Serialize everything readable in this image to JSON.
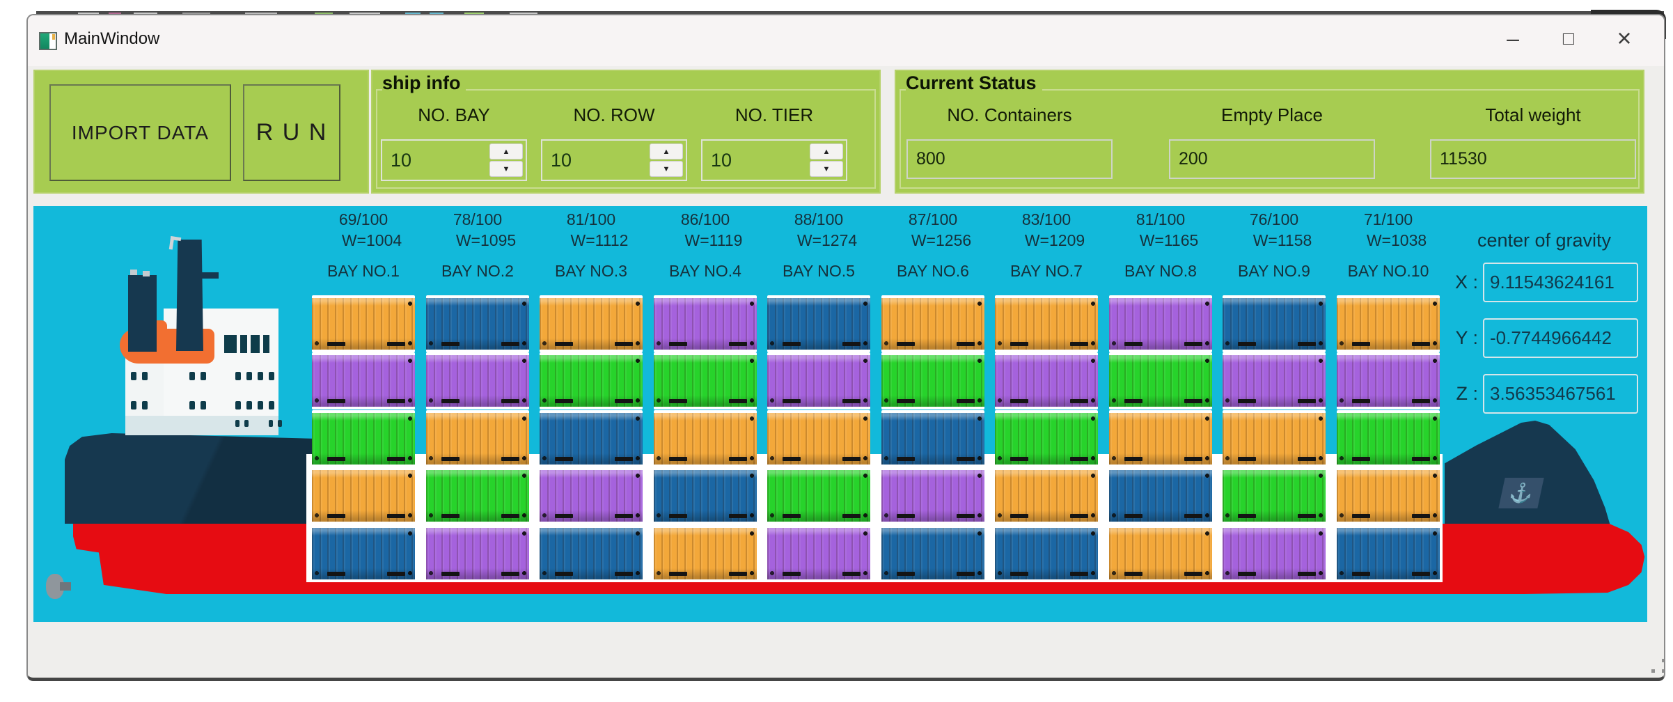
{
  "window": {
    "title": "MainWindow",
    "controls": {
      "minimize": "–",
      "maximize": "□",
      "close": "×"
    }
  },
  "toolbar": {
    "import_label": "IMPORT DATA",
    "run_label": "R U N"
  },
  "ship_info": {
    "title": "ship info",
    "fields": [
      {
        "label": "NO. BAY",
        "value": "10"
      },
      {
        "label": "NO. ROW",
        "value": "10"
      },
      {
        "label": "NO. TIER",
        "value": "10"
      }
    ],
    "spinner_icons": {
      "up": "▲",
      "down": "▼"
    }
  },
  "current_status": {
    "title": "Current Status",
    "fields": [
      {
        "label": "NO. Containers",
        "value": "800"
      },
      {
        "label": "Empty Place",
        "value": "200"
      },
      {
        "label": "Total weight",
        "value": "11530"
      }
    ]
  },
  "center_of_gravity": {
    "title": "center of gravity",
    "axes": [
      {
        "label": "X :",
        "value": "9.11543624161"
      },
      {
        "label": "Y :",
        "value": "-0.7744966442"
      },
      {
        "label": "Z :",
        "value": "3.56353467561"
      }
    ]
  },
  "ship_view": {
    "anchor_icon": "⚓",
    "bays": [
      {
        "name": "BAY NO.1",
        "fill": "69/100",
        "weight": "W=1004",
        "stack": [
          "orange",
          "purple",
          "green",
          "orange",
          "blue"
        ]
      },
      {
        "name": "BAY NO.2",
        "fill": "78/100",
        "weight": "W=1095",
        "stack": [
          "blue",
          "purple",
          "orange",
          "green",
          "purple"
        ]
      },
      {
        "name": "BAY NO.3",
        "fill": "81/100",
        "weight": "W=1112",
        "stack": [
          "orange",
          "green",
          "blue",
          "purple",
          "blue"
        ]
      },
      {
        "name": "BAY NO.4",
        "fill": "86/100",
        "weight": "W=1119",
        "stack": [
          "purple",
          "green",
          "orange",
          "blue",
          "orange"
        ]
      },
      {
        "name": "BAY NO.5",
        "fill": "88/100",
        "weight": "W=1274",
        "stack": [
          "blue",
          "purple",
          "orange",
          "green",
          "purple"
        ]
      },
      {
        "name": "BAY NO.6",
        "fill": "87/100",
        "weight": "W=1256",
        "stack": [
          "orange",
          "green",
          "blue",
          "purple",
          "blue"
        ]
      },
      {
        "name": "BAY NO.7",
        "fill": "83/100",
        "weight": "W=1209",
        "stack": [
          "orange",
          "purple",
          "green",
          "orange",
          "blue"
        ]
      },
      {
        "name": "BAY NO.8",
        "fill": "81/100",
        "weight": "W=1165",
        "stack": [
          "purple",
          "green",
          "orange",
          "blue",
          "orange"
        ]
      },
      {
        "name": "BAY NO.9",
        "fill": "76/100",
        "weight": "W=1158",
        "stack": [
          "blue",
          "purple",
          "orange",
          "green",
          "purple"
        ]
      },
      {
        "name": "BAY NO.10",
        "fill": "71/100",
        "weight": "W=1038",
        "stack": [
          "orange",
          "purple",
          "green",
          "orange",
          "blue"
        ]
      }
    ],
    "container_colors": {
      "orange": "#f3a83a",
      "purple": "#a562dd",
      "green": "#27d32b",
      "blue": "#1b67a4"
    }
  },
  "theme": {
    "accent_green": "#a7cc51",
    "sea_cyan": "#12b9da",
    "hull_navy": "#16384f",
    "hull_red": "#e60c12"
  }
}
